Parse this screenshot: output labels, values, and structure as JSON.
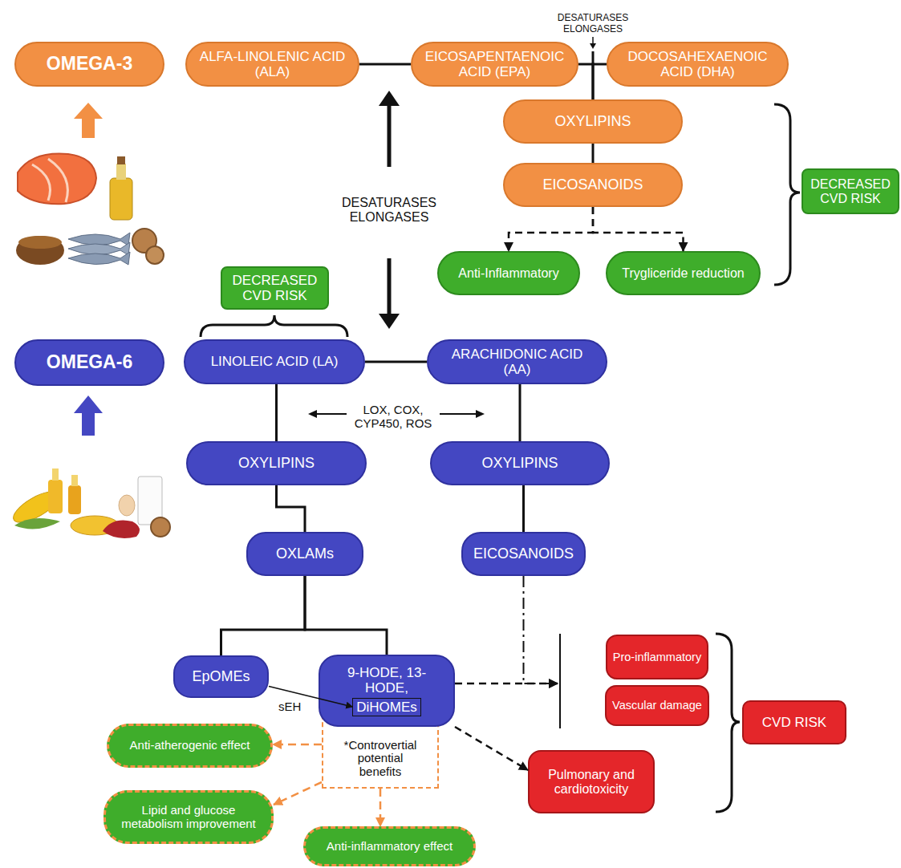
{
  "diagram": {
    "nodes": [
      {
        "text": [
          "OMEGA-3"
        ]
      },
      {
        "text": [
          "ALFA-LINOLENIC ACID (ALA)"
        ]
      },
      {
        "text": [
          "EICOSAPENTAENOIC ACID (EPA)"
        ]
      },
      {
        "text": [
          "DOCOSAHEXAENOIC ACID (DHA)"
        ]
      },
      {
        "text": [
          "OXYLIPINS"
        ]
      },
      {
        "text": [
          "EICOSANOIDS"
        ]
      },
      {
        "text": [
          "Anti-Inflammatory"
        ]
      },
      {
        "text": [
          "Trygliceride reduction"
        ]
      },
      {
        "text": [
          "DECREASED CVD RISK"
        ]
      },
      {
        "text": [
          "DECREASED CVD RISK"
        ]
      },
      {
        "text": [
          "OMEGA-6"
        ]
      },
      {
        "text": [
          "LINOLEIC ACID (LA)"
        ]
      },
      {
        "text": [
          "ARACHIDONIC ACID (AA)"
        ]
      },
      {
        "text": [
          "OXYLIPINS"
        ]
      },
      {
        "text": [
          "OXYLIPINS"
        ]
      },
      {
        "text": [
          "OXLAMs"
        ]
      },
      {
        "text": [
          "EICOSANOIDS"
        ]
      },
      {
        "text": [
          "EpOMEs"
        ]
      },
      {
        "text": [
          "9-HODE, 13-HODE,"
        ]
      },
      {
        "text": [
          "DiHOMEs"
        ],
        "in": 18
      },
      {
        "text": [
          "*Controvertial potential benefits"
        ]
      },
      {
        "text": [
          "Anti-atherogenic effect"
        ]
      },
      {
        "text": [
          "Lipid and glucose metabolism improvement"
        ]
      },
      {
        "text": [
          "Anti-inflammatory effect"
        ]
      },
      {
        "text": [
          "Pro-inflammatory"
        ]
      },
      {
        "text": [
          "Vascular damage"
        ]
      },
      {
        "text": [
          "CVD RISK"
        ]
      },
      {
        "text": [
          "Pulmonary and cardiotoxicity"
        ]
      }
    ],
    "edges": [
      {
        "from": 1,
        "to": 2,
        "arrow": "none"
      },
      {
        "from": 2,
        "to": 4,
        "arrow": "none"
      },
      {
        "from": 3,
        "to": 4,
        "arrow": "none"
      },
      {
        "from": 4,
        "to": 5,
        "arrow": "none"
      },
      {
        "from": 5,
        "to": 6,
        "arrow": "to"
      },
      {
        "from": 5,
        "to": 7,
        "arrow": "to"
      },
      {
        "from": 11,
        "to": 12,
        "arrow": "none"
      },
      {
        "from": 11,
        "to": 13,
        "arrow": "none"
      },
      {
        "from": 12,
        "to": 14,
        "arrow": "none"
      },
      {
        "from": 13,
        "to": 15,
        "arrow": "none"
      },
      {
        "from": 14,
        "to": 16,
        "arrow": "none"
      },
      {
        "from": 15,
        "to": 17,
        "arrow": "none"
      },
      {
        "from": 15,
        "to": 18,
        "arrow": "none"
      },
      {
        "from": 17,
        "to": 19,
        "arrow": "to",
        "label": "sEH"
      },
      {
        "from": 16,
        "to": 24,
        "arrow": "to"
      },
      {
        "from": 18,
        "to": 24,
        "arrow": "to"
      },
      {
        "from": 18,
        "to": 27,
        "arrow": "to"
      },
      {
        "from": 20,
        "to": 21,
        "arrow": "to"
      },
      {
        "from": 20,
        "to": 22,
        "arrow": "to"
      },
      {
        "from": 20,
        "to": 23,
        "arrow": "to"
      }
    ],
    "labels": [
      "DESATURASES ELONGASES",
      "DESATURASES ELONGASES",
      "LOX, COX, CYP450, ROS"
    ]
  }
}
